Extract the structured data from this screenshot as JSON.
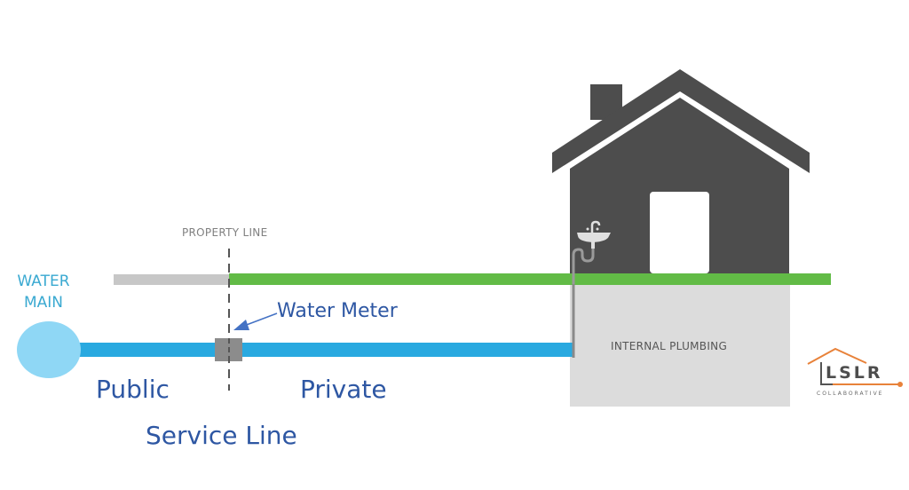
{
  "labels": {
    "property_line": "PROPERTY LINE",
    "water_main_line1": "WATER",
    "water_main_line2": "MAIN",
    "water_meter": "Water Meter",
    "public": "Public",
    "private": "Private",
    "service_line": "Service Line",
    "internal_plumbing": "INTERNAL PLUMBING"
  },
  "logo": {
    "name": "LSLR",
    "subtitle": "COLLABORATIVE"
  },
  "colors": {
    "service_pipe": "#29a9e0",
    "water_main": "#8fd7f5",
    "ground_private": "#62bb46",
    "ground_public": "#c7c7c7",
    "house": "#4d4d4d",
    "basement": "#dcdcdc",
    "meter": "#8c8c8c",
    "annotation_text": "#2e57a3",
    "water_main_text": "#3aa9d1",
    "logo_accent": "#e8823a"
  }
}
